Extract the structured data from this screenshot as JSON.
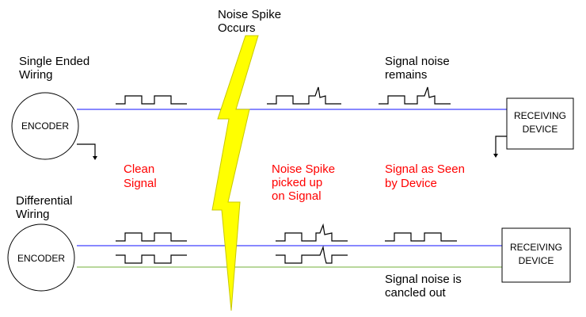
{
  "diagram": {
    "noise_title_1": "Noise Spike",
    "noise_title_2": "Occurs",
    "single_label_1": "Single Ended",
    "single_label_2": "Wiring",
    "signal_noise_remains_1": "Signal noise",
    "signal_noise_remains_2": "remains",
    "clean_signal_1": "Clean",
    "clean_signal_2": "Signal",
    "picked_up_1": "Noise Spike",
    "picked_up_2": "picked up",
    "picked_up_3": "on Signal",
    "seen_by_device_1": "Signal as Seen",
    "seen_by_device_2": "by Device",
    "diff_label_1": "Differential",
    "diff_label_2": "Wiring",
    "encoder_top": "ENCODER",
    "encoder_bottom": "ENCODER",
    "receiver_top_1": "RECEIVING",
    "receiver_top_2": "DEVICE",
    "receiver_bottom_1": "RECEIVING",
    "receiver_bottom_2": "DEVICE",
    "cancelled_1": "Signal noise is",
    "cancelled_2": "cancled out"
  },
  "colors": {
    "annotation_red": "#ff0000",
    "lightning_fill": "#ffff00",
    "lightning_stroke": "#c8c800",
    "wire_blue": "#4040ff",
    "wire_green": "#8fbf60"
  }
}
